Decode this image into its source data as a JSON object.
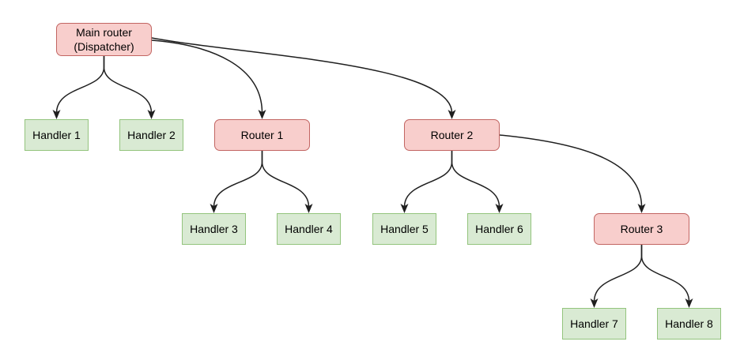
{
  "diagram": {
    "background": "#ffffff",
    "colors": {
      "router_fill": "#f8cecc",
      "router_border": "#c26562",
      "handler_fill": "#d9ead3",
      "handler_border": "#93c47d",
      "edge_color": "#1f1f1f",
      "text_color": "#000000"
    },
    "nodes": {
      "main": {
        "label": "Main router\n(Dispatcher)",
        "type": "router"
      },
      "handler1": {
        "label": "Handler 1",
        "type": "handler"
      },
      "handler2": {
        "label": "Handler 2",
        "type": "handler"
      },
      "router1": {
        "label": "Router 1",
        "type": "router"
      },
      "router2": {
        "label": "Router 2",
        "type": "router"
      },
      "handler3": {
        "label": "Handler 3",
        "type": "handler"
      },
      "handler4": {
        "label": "Handler 4",
        "type": "handler"
      },
      "handler5": {
        "label": "Handler 5",
        "type": "handler"
      },
      "handler6": {
        "label": "Handler 6",
        "type": "handler"
      },
      "router3": {
        "label": "Router 3",
        "type": "router"
      },
      "handler7": {
        "label": "Handler 7",
        "type": "handler"
      },
      "handler8": {
        "label": "Handler 8",
        "type": "handler"
      }
    },
    "edges": [
      {
        "from": "main",
        "to": "handler1"
      },
      {
        "from": "main",
        "to": "handler2"
      },
      {
        "from": "main",
        "to": "router1"
      },
      {
        "from": "main",
        "to": "router2"
      },
      {
        "from": "router1",
        "to": "handler3"
      },
      {
        "from": "router1",
        "to": "handler4"
      },
      {
        "from": "router2",
        "to": "handler5"
      },
      {
        "from": "router2",
        "to": "handler6"
      },
      {
        "from": "router2",
        "to": "router3"
      },
      {
        "from": "router3",
        "to": "handler7"
      },
      {
        "from": "router3",
        "to": "handler8"
      }
    ]
  }
}
